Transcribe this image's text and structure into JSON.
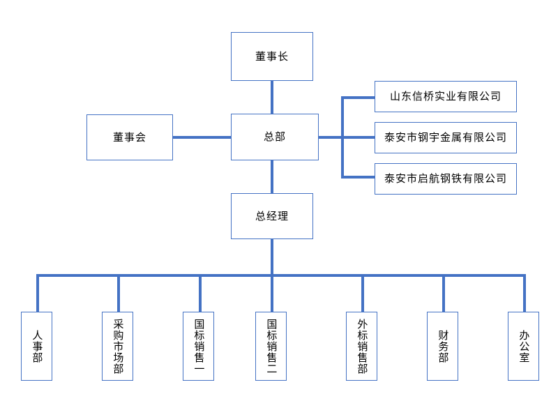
{
  "chart_data": {
    "type": "diagram",
    "title": "",
    "subtype": "organization-chart",
    "orientation": "top-down",
    "accent_color": "#4472c4",
    "box_fill": "#ffffff",
    "text_color": "#000000",
    "nodes": [
      {
        "id": "chairman",
        "label": "董事长",
        "level": 0,
        "text_direction": "horizontal"
      },
      {
        "id": "board",
        "label": "董事会",
        "level": 1,
        "text_direction": "horizontal"
      },
      {
        "id": "headquarters",
        "label": "总部",
        "level": 1,
        "text_direction": "horizontal"
      },
      {
        "id": "sub1",
        "label": "山东信桥实业有限公司",
        "level": 1,
        "text_direction": "horizontal"
      },
      {
        "id": "sub2",
        "label": "泰安市钢宇金属有限公司",
        "level": 1,
        "text_direction": "horizontal"
      },
      {
        "id": "sub3",
        "label": "泰安市启航钢铁有限公司",
        "level": 1,
        "text_direction": "horizontal"
      },
      {
        "id": "gm",
        "label": "总经理",
        "level": 2,
        "text_direction": "horizontal"
      },
      {
        "id": "dept1",
        "label": "人事部",
        "level": 3,
        "text_direction": "vertical"
      },
      {
        "id": "dept2",
        "label": "采购市场部",
        "level": 3,
        "text_direction": "vertical"
      },
      {
        "id": "dept3",
        "label": "国标销售一",
        "level": 3,
        "text_direction": "vertical"
      },
      {
        "id": "dept4",
        "label": "国标销售二",
        "level": 3,
        "text_direction": "vertical"
      },
      {
        "id": "dept5",
        "label": "外标销售部",
        "level": 3,
        "text_direction": "vertical"
      },
      {
        "id": "dept6",
        "label": "财务部",
        "level": 3,
        "text_direction": "vertical"
      },
      {
        "id": "dept7",
        "label": "办公室",
        "level": 3,
        "text_direction": "vertical"
      }
    ],
    "edges": [
      {
        "from": "chairman",
        "to": "headquarters"
      },
      {
        "from": "board",
        "to": "headquarters"
      },
      {
        "from": "headquarters",
        "to": "sub1"
      },
      {
        "from": "headquarters",
        "to": "sub2"
      },
      {
        "from": "headquarters",
        "to": "sub3"
      },
      {
        "from": "headquarters",
        "to": "gm"
      },
      {
        "from": "gm",
        "to": "dept1"
      },
      {
        "from": "gm",
        "to": "dept2"
      },
      {
        "from": "gm",
        "to": "dept3"
      },
      {
        "from": "gm",
        "to": "dept4"
      },
      {
        "from": "gm",
        "to": "dept5"
      },
      {
        "from": "gm",
        "to": "dept6"
      },
      {
        "from": "gm",
        "to": "dept7"
      }
    ]
  },
  "nodes": {
    "chairman": "董事长",
    "board": "董事会",
    "headquarters": "总部",
    "sub1": "山东信桥实业有限公司",
    "sub2": "泰安市钢宇金属有限公司",
    "sub3": "泰安市启航钢铁有限公司",
    "gm": "总经理",
    "dept1": "人事部",
    "dept2": "采购市场部",
    "dept3": "国标销售一",
    "dept4": "国标销售二",
    "dept5": "外标销售部",
    "dept6": "财务部",
    "dept7": "办公室"
  }
}
